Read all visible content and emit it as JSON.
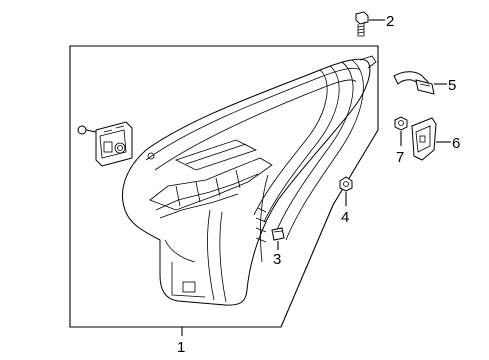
{
  "callouts": {
    "c1": "1",
    "c2": "2",
    "c3": "3",
    "c4": "4",
    "c5": "5",
    "c6": "6",
    "c7": "7"
  },
  "parts": {
    "headlamp-assembly": "headlamp-assembly",
    "bolt": "bolt",
    "clip": "clip",
    "nut": "nut",
    "connector": "connector",
    "bracket": "bracket",
    "nut-small": "nut-small",
    "adjuster-screw": "adjuster-screw",
    "control-module": "control-module"
  },
  "colors": {
    "line": "#000000",
    "background": "#ffffff"
  }
}
